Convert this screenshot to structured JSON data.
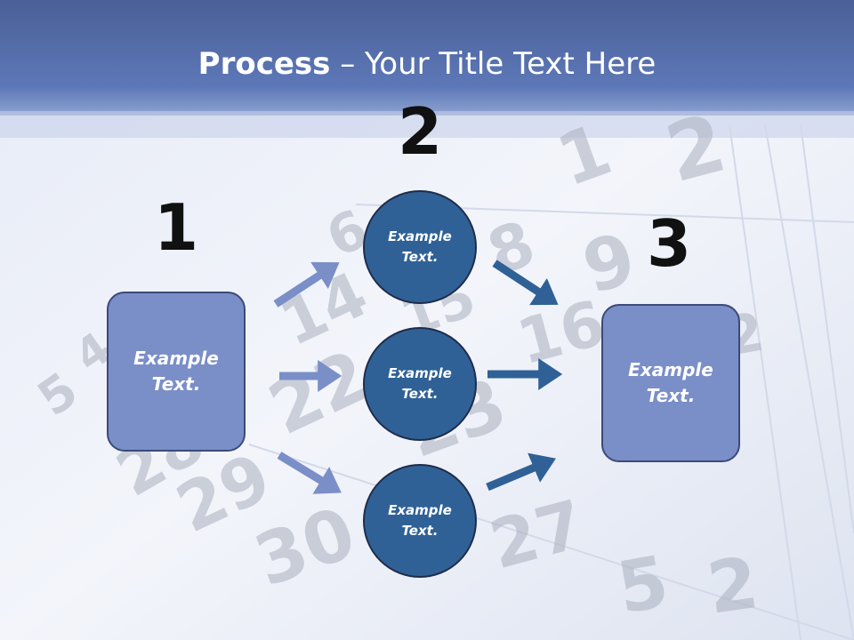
{
  "title": {
    "bold": "Process",
    "separator": " – ",
    "rest": "Your Title Text Here"
  },
  "steps": [
    {
      "number": "1",
      "label": "Example\nText."
    },
    {
      "number": "2",
      "circles": [
        "Example\nText.",
        "Example\nText.",
        "Example\nText."
      ]
    },
    {
      "number": "3",
      "label": "Example\nText."
    }
  ],
  "background": {
    "calendar_numbers": [
      "1",
      "2",
      "6",
      "8",
      "9",
      "14",
      "15",
      "16",
      "22",
      "23",
      "28",
      "29",
      "30",
      "27",
      "5",
      "2",
      "2",
      "5",
      "4"
    ]
  },
  "colors": {
    "header": "#5570ad",
    "box_fill": "#7a8ec8",
    "circle_fill": "#2f6196",
    "arrow_light": "#7a8ec8",
    "arrow_dark": "#2f6196"
  }
}
